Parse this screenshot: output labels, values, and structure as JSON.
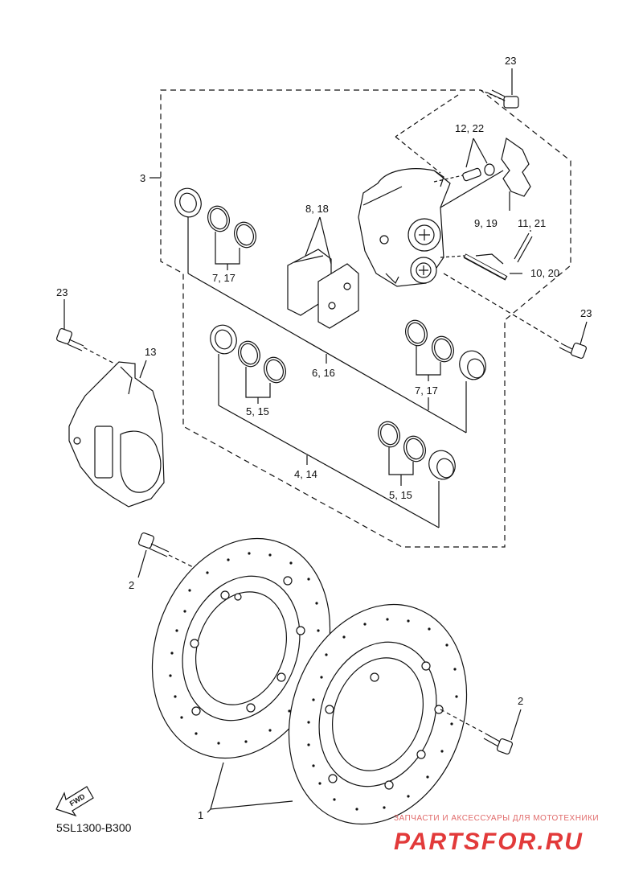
{
  "diagram_code": "5SL1300-B300",
  "labels": {
    "l23_top": "23",
    "l12_22": "12, 22",
    "l3": "3",
    "l8_18": "8, 18",
    "l9_19": "9, 19",
    "l11_21": "11, 21",
    "l10_20": "10, 20",
    "l7_17_top": "7, 17",
    "l23_left": "23",
    "l23_right": "23",
    "l13": "13",
    "l6_16": "6, 16",
    "l7_17_right": "7, 17",
    "l5_15_left": "5, 15",
    "l4_14": "4, 14",
    "l5_15_right": "5, 15",
    "l2_left": "2",
    "l2_right": "2",
    "l1": "1"
  },
  "fwd_label": "FWD",
  "watermark": {
    "tagline": "ЗАПЧАСТИ И АКСЕССУАРЫ ДЛЯ МОТОТЕХНИКИ",
    "brand": "PARTSFOR.RU",
    "color": "#e23a3a"
  }
}
